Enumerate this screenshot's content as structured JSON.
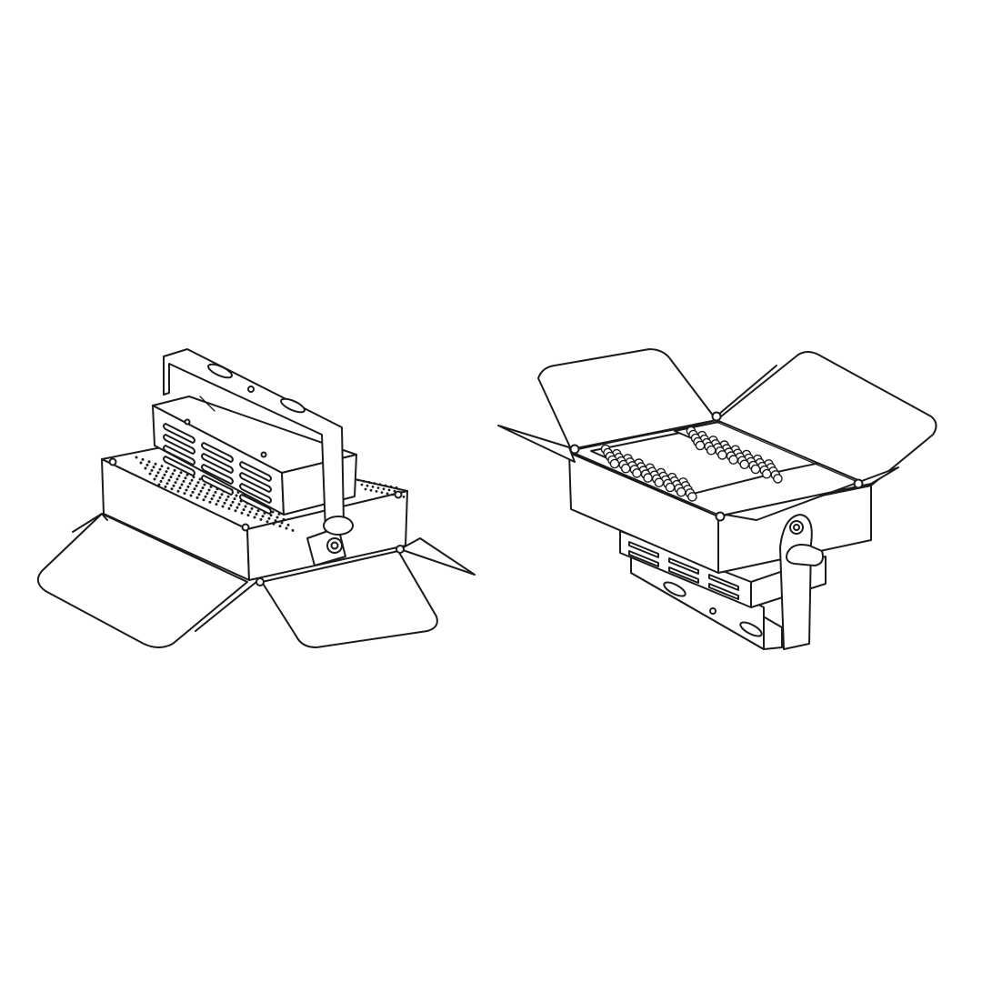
{
  "figure": {
    "views": [
      {
        "id": "rear-view"
      },
      {
        "id": "front-view"
      }
    ],
    "colors": {
      "background": "#ffffff",
      "line": "#1a1a1a"
    },
    "front_led_grid": {
      "rows": 5,
      "columns_per_module": 8,
      "modules": 2
    }
  }
}
